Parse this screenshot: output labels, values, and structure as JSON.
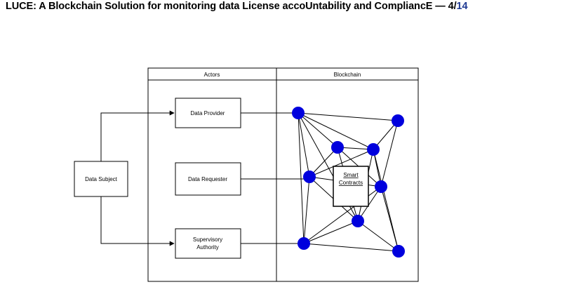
{
  "header": {
    "title": "LUCE: A Blockchain Solution for monitoring data License accoUntability and CompliancE",
    "separator": " — ",
    "page_current": "4",
    "page_sep": "/",
    "page_total": "14"
  },
  "diagram": {
    "column_actors": "Actors",
    "column_blockchain": "Blockchain",
    "data_subject": "Data Subject",
    "data_provider": "Data Provider",
    "data_requester": "Data Requester",
    "supervisory_line1": "Supervisory",
    "supervisory_line2": "Authority",
    "smart_line1": "Smart",
    "smart_line2": "Contracts",
    "node_color": "#0000dd"
  }
}
